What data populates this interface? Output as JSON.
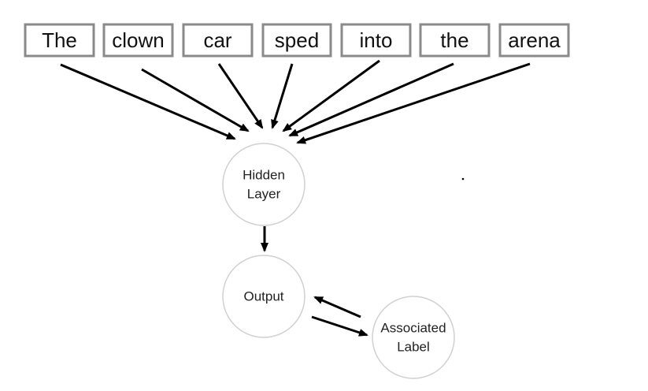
{
  "words": [
    "The",
    "clown",
    "car",
    "sped",
    "into",
    "the",
    "arena"
  ],
  "nodes": {
    "hidden": {
      "lines": [
        "Hidden",
        "Layer"
      ]
    },
    "output": {
      "lines": [
        "Output"
      ]
    },
    "label": {
      "lines": [
        "Associated",
        "Label"
      ]
    }
  },
  "colors": {
    "box_border": "#8a8a8a",
    "circle_border": "#d0d0d0",
    "arrow": "#000000"
  }
}
